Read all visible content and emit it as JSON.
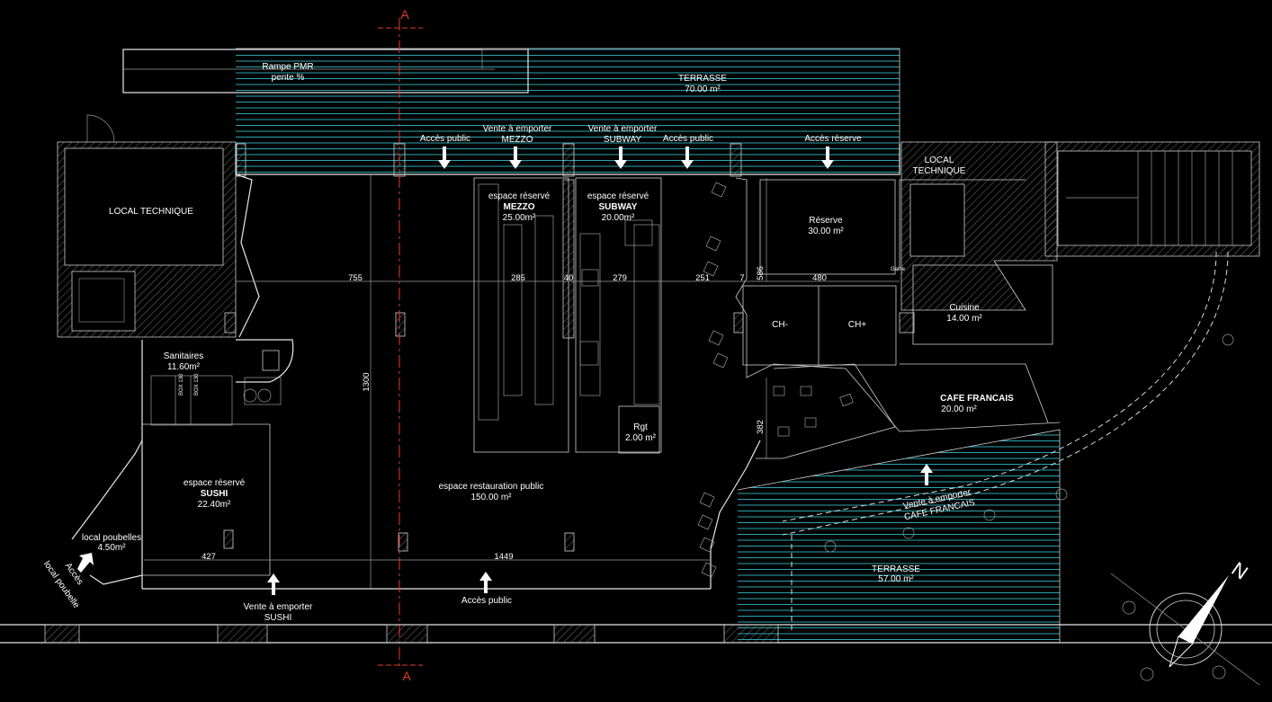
{
  "section_marker": "A",
  "ramp": {
    "title": "Rampe PMR",
    "subtitle": "pente  %"
  },
  "terrace_top": {
    "name": "TERRASSE",
    "area": "70.00 m²"
  },
  "terrace_bottom": {
    "name": "TERRASSE",
    "area": "57.00 m²"
  },
  "local_technique_left": "LOCAL TECHNIQUE",
  "local_technique_right": [
    "LOCAL",
    "TECHNIQUE"
  ],
  "sanitaires": {
    "name": "Sanitaires",
    "area": "11.60m²"
  },
  "sushi": {
    "label": "espace réservé",
    "name": "SUSHI",
    "area": "22.40m²"
  },
  "mezzo": {
    "label": "espace réservé",
    "name": "MEZZO",
    "area": "25.00m²"
  },
  "subway": {
    "label": "espace réservé",
    "name": "SUBWAY",
    "area": "20.00m²"
  },
  "reserve": {
    "name": "Réserve",
    "area": "30.00 m²"
  },
  "cuisine": {
    "name": "Cuisine",
    "area": "14.00 m²"
  },
  "cafe": {
    "name": "CAFE FRANCAIS",
    "area": "20.00 m²"
  },
  "rgt": {
    "name": "Rgt",
    "area": "2.00 m²"
  },
  "poubelles": {
    "name": "local poubelles",
    "area": "4.50m²"
  },
  "public_space": {
    "name": "espace restauration public",
    "area": "150.00 m²"
  },
  "cold_rooms": [
    "CH-",
    "CH+"
  ],
  "box_labels": [
    "BOX 130",
    "BOX 130"
  ],
  "gaine": "Gaine",
  "access": {
    "public_1": "Accès public",
    "public_2": "Accès public",
    "public_bottom": "Accès public",
    "reserve": "Accès réserve",
    "poubelle": [
      "Accès",
      "local poubelle"
    ]
  },
  "takeaway": {
    "mezzo": [
      "Vente à emporter",
      "MEZZO"
    ],
    "subway": [
      "Vente à emporter",
      "SUBWAY"
    ],
    "sushi": [
      "Vente à emporter",
      "SUSHI"
    ],
    "cafe": [
      "Vente à emporter",
      "CAFE FRANCAIS"
    ]
  },
  "dimensions": {
    "d755": "755",
    "d285": "285",
    "d40": "40",
    "d279": "279",
    "d251": "251",
    "d7": "7",
    "d480": "480",
    "d586": "586",
    "d1300": "1300",
    "d382": "382",
    "d427": "427",
    "d1449": "1449"
  },
  "north": "N"
}
